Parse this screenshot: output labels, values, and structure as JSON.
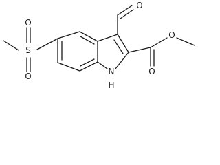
{
  "molecule": {
    "atoms": {
      "sulfur": "S",
      "sulfonyl_oxygen_top": "O",
      "sulfonyl_oxygen_bottom": "O",
      "aldehyde_oxygen": "O",
      "ester_carbonyl_oxygen": "O",
      "ester_ether_oxygen": "O",
      "indole_nitrogen": "N",
      "indole_hydrogen": "H"
    }
  }
}
